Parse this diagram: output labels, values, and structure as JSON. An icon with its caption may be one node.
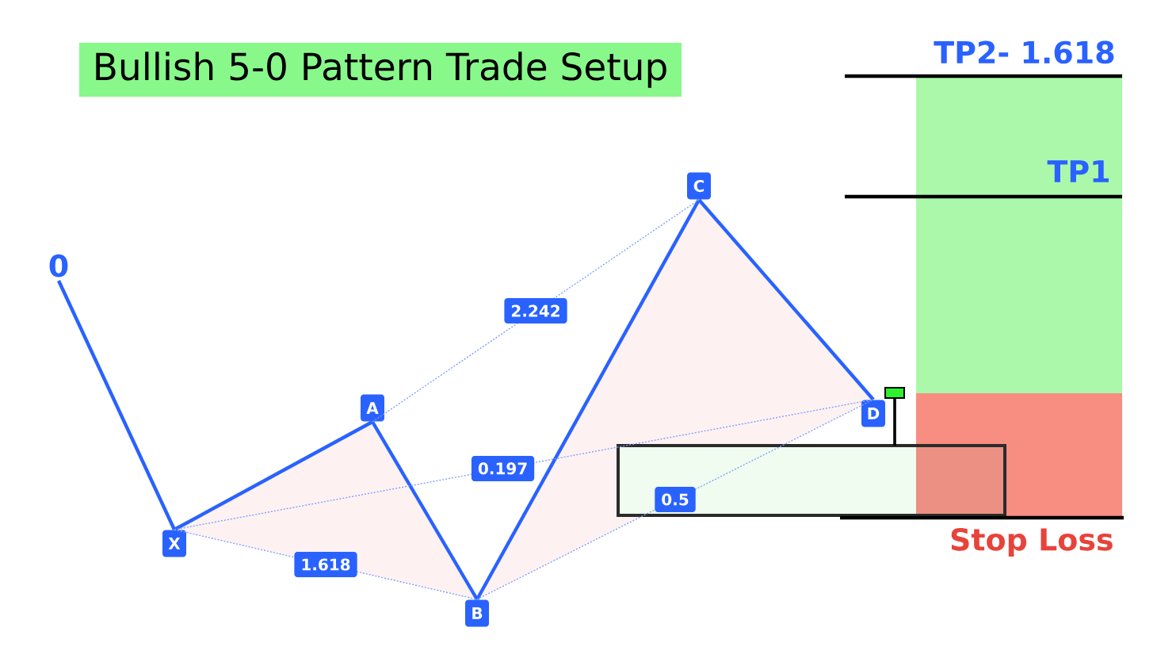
{
  "diagram": {
    "title": "Bullish 5-0 Pattern Trade Setup",
    "nodes": [
      {
        "text": [
          "0"
        ]
      },
      {
        "text": [
          "X"
        ]
      },
      {
        "text": [
          "A"
        ]
      },
      {
        "text": [
          "B"
        ]
      },
      {
        "text": [
          "C"
        ]
      },
      {
        "text": [
          "D"
        ]
      }
    ],
    "edges": [
      {
        "from": 0,
        "to": 1,
        "arrow": "none"
      },
      {
        "from": 1,
        "to": 2,
        "arrow": "none"
      },
      {
        "from": 2,
        "to": 3,
        "arrow": "none"
      },
      {
        "from": 3,
        "to": 4,
        "arrow": "none"
      },
      {
        "from": 4,
        "to": 5,
        "arrow": "none"
      },
      {
        "from": 2,
        "to": 4,
        "arrow": "none",
        "label": "2.242",
        "style": "dashed"
      },
      {
        "from": 1,
        "to": 5,
        "arrow": "none",
        "label": "0.197",
        "style": "dashed"
      },
      {
        "from": 1,
        "to": 3,
        "arrow": "none",
        "label": "1.618",
        "style": "dashed"
      },
      {
        "from": 3,
        "to": 5,
        "arrow": "none",
        "label": "0.5",
        "style": "dashed"
      }
    ],
    "labels": [
      "TP2- 1.618",
      "TP1",
      "Stop Loss"
    ]
  }
}
